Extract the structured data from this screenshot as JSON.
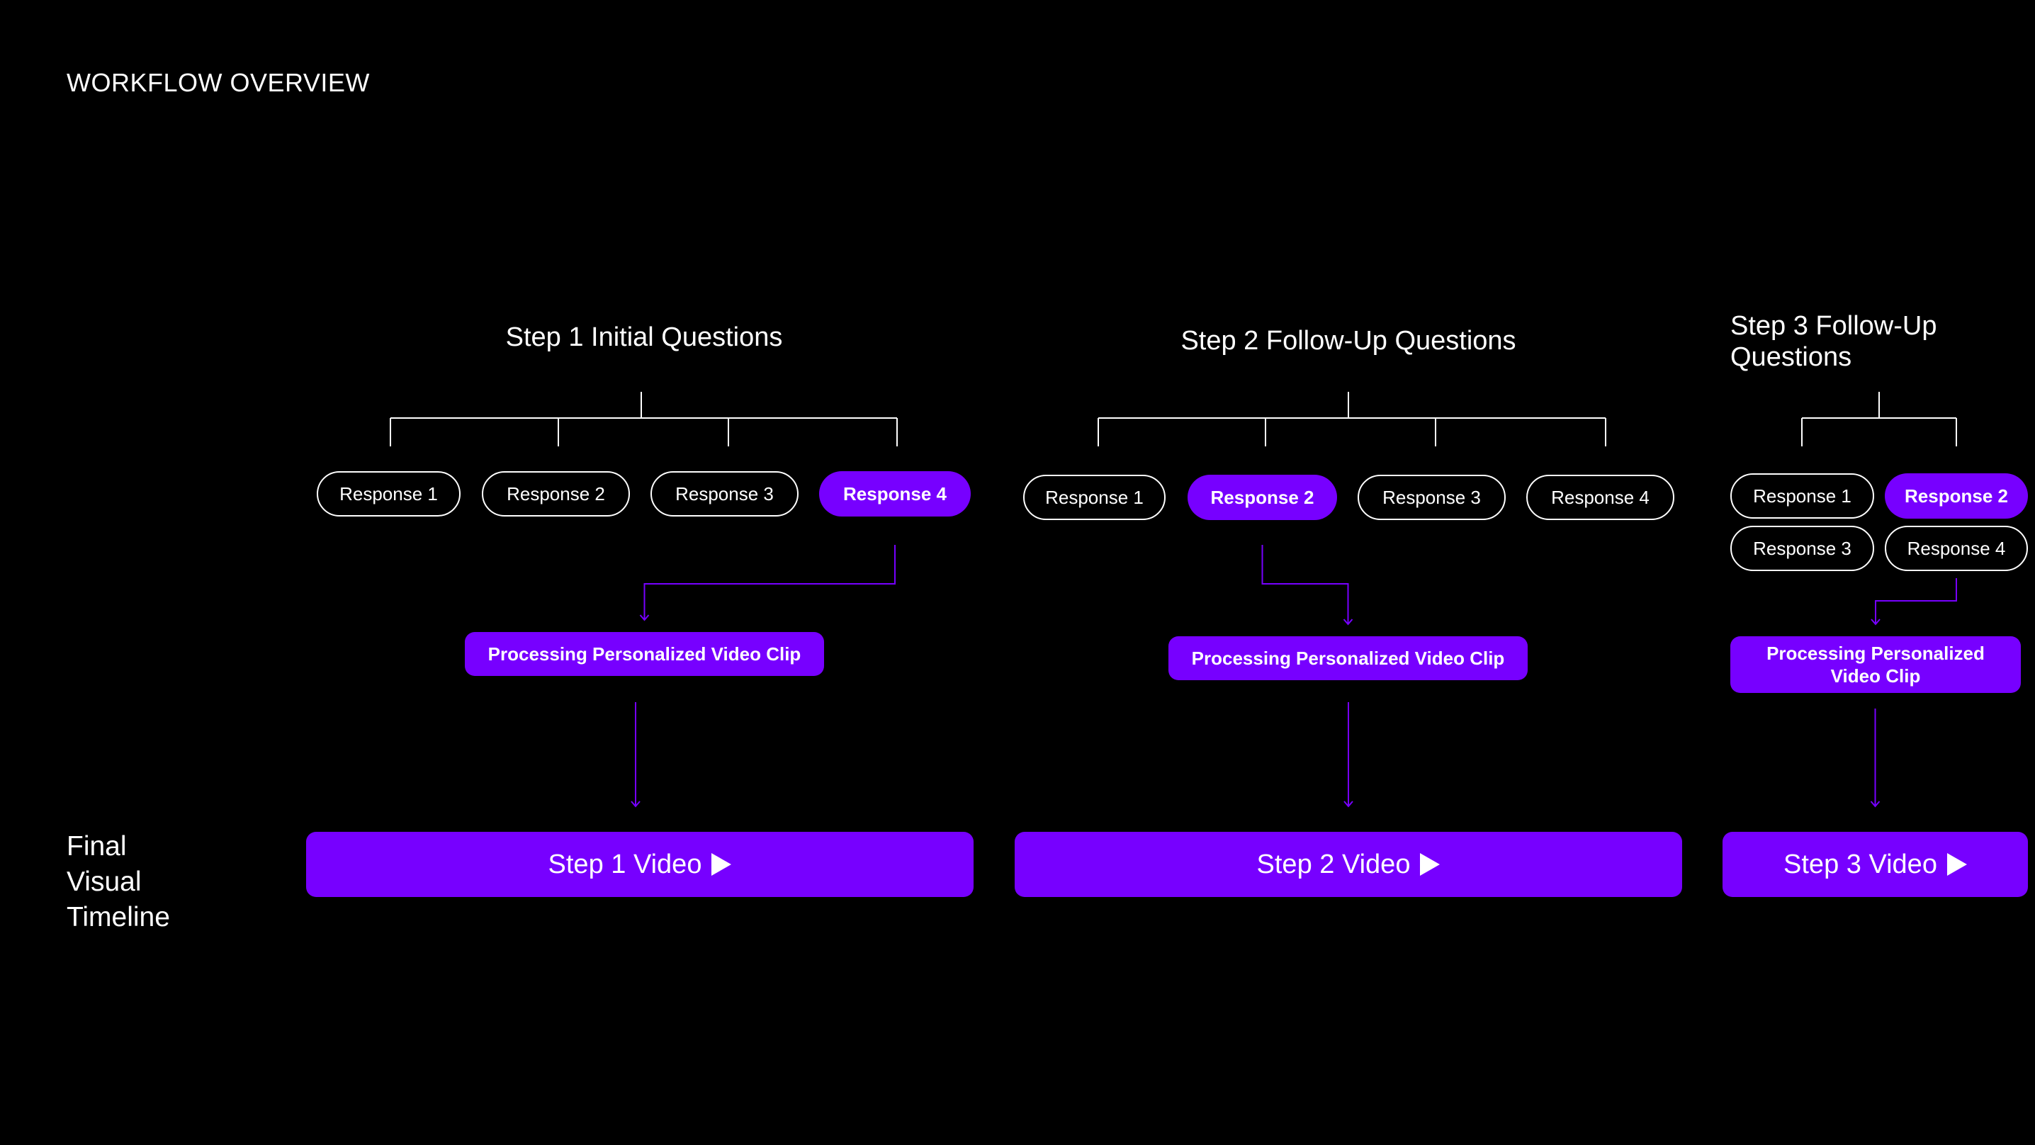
{
  "title": "WORKFLOW OVERVIEW",
  "final_label": "Final Visual Timeline",
  "colors": {
    "accent": "#7700ff",
    "background": "#000000",
    "text": "#ffffff"
  },
  "steps": [
    {
      "title": "Step 1 Initial Questions",
      "responses": [
        "Response 1",
        "Response 2",
        "Response 3",
        "Response 4"
      ],
      "selected": 3,
      "processing": "Processing Personalized Video Clip",
      "video": "Step 1 Video"
    },
    {
      "title": "Step 2 Follow-Up Questions",
      "responses": [
        "Response 1",
        "Response 2",
        "Response 3",
        "Response 4"
      ],
      "selected": 1,
      "processing": "Processing Personalized Video Clip",
      "video": "Step 2 Video"
    },
    {
      "title": "Step 3 Follow-Up Questions",
      "responses": [
        "Response 1",
        "Response 2",
        "Response 3",
        "Response 4"
      ],
      "selected": 1,
      "processing": "Processing Personalized Video Clip",
      "video": "Step 3 Video"
    }
  ]
}
